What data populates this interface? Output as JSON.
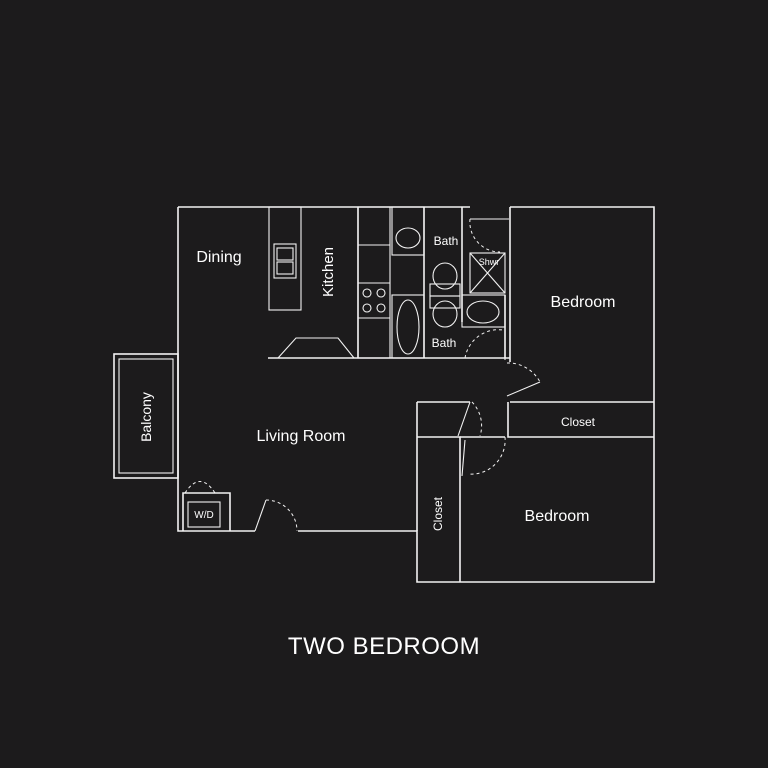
{
  "plan_title": "TWO BEDROOM",
  "rooms": {
    "dining": "Dining",
    "kitchen": "Kitchen",
    "bath_top": "Bath",
    "bath_bottom": "Bath",
    "shower": "Shwr",
    "bedroom_top": "Bedroom",
    "bedroom_bottom": "Bedroom",
    "closet_right": "Closet",
    "closet_left": "Closet",
    "living": "Living Room",
    "balcony": "Balcony",
    "washer_dryer": "W/D"
  },
  "colors": {
    "background": "#1c1b1c",
    "line": "#f2f2f2",
    "text": "#ffffff"
  }
}
